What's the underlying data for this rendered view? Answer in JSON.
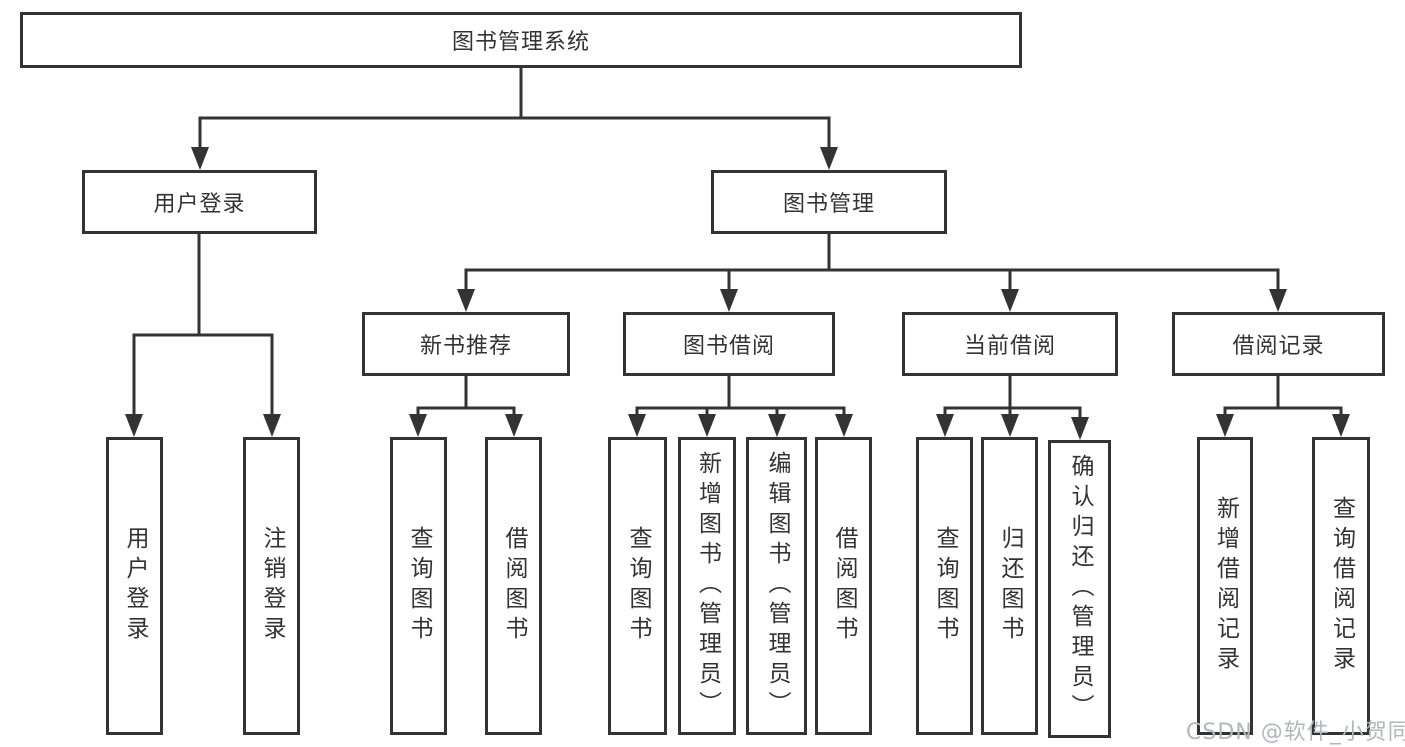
{
  "diagram": {
    "title": "图书管理系统",
    "watermark_text": "CSDN @软件_小贺同学",
    "colors": {
      "line": "#333333",
      "box_border": "#333333",
      "text": "#333333",
      "watermark": "#b3b6ba",
      "background": "#ffffff"
    },
    "nodes": {
      "root": {
        "label": "图书管理系统"
      },
      "user_login": {
        "label": "用户登录"
      },
      "book_management": {
        "label": "图书管理"
      },
      "new_book_recommend": {
        "label": "新书推荐"
      },
      "book_borrowing": {
        "label": "图书借阅"
      },
      "current_borrowing": {
        "label": "当前借阅"
      },
      "borrowing_records": {
        "label": "借阅记录"
      },
      "leaf_user_login": {
        "label": "用户登录"
      },
      "leaf_logout": {
        "label": "注销登录"
      },
      "leaf_rec_query_books": {
        "label": "查询图书"
      },
      "leaf_rec_borrow_books": {
        "label": "借阅图书"
      },
      "leaf_borrow_query_books": {
        "label": "查询图书"
      },
      "leaf_borrow_add_books": {
        "label": "新增图书（管理员）"
      },
      "leaf_borrow_edit_books": {
        "label": "编辑图书（管理员）"
      },
      "leaf_borrow_borrow_books": {
        "label": "借阅图书"
      },
      "leaf_current_query_books": {
        "label": "查询图书"
      },
      "leaf_current_return_books": {
        "label": "归还图书"
      },
      "leaf_current_confirm_return": {
        "label": "确认归还（管理员）"
      },
      "leaf_records_add_record": {
        "label": "新增借阅记录"
      },
      "leaf_records_query_record": {
        "label": "查询借阅记录"
      }
    },
    "edges": [
      "图书管理系统 → 用户登录",
      "图书管理系统 → 图书管理",
      "用户登录 → 用户登录",
      "用户登录 → 注销登录",
      "图书管理 → 新书推荐",
      "图书管理 → 图书借阅",
      "图书管理 → 当前借阅",
      "图书管理 → 借阅记录",
      "新书推荐 → 查询图书",
      "新书推荐 → 借阅图书",
      "图书借阅 → 查询图书",
      "图书借阅 → 新增图书（管理员）",
      "图书借阅 → 编辑图书（管理员）",
      "图书借阅 → 借阅图书",
      "当前借阅 → 查询图书",
      "当前借阅 → 归还图书",
      "当前借阅 → 确认归还（管理员）",
      "借阅记录 → 新增借阅记录",
      "借阅记录 → 查询借阅记录"
    ]
  }
}
